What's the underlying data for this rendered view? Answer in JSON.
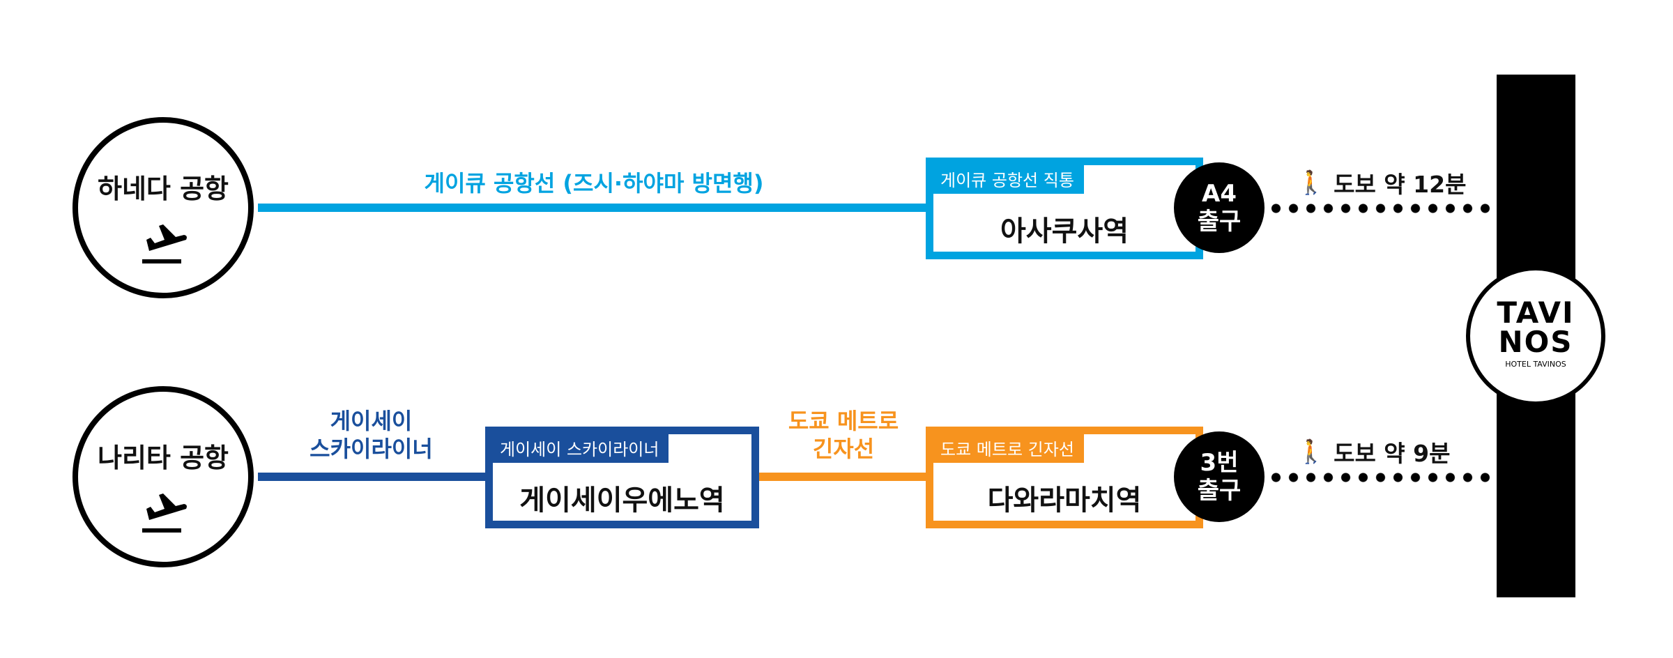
{
  "colors": {
    "keikyu": "#00A3E0",
    "keisei": "#1A4F9C",
    "metro": "#F7931E",
    "black": "#000000"
  },
  "route1": {
    "airport": "하네다 공항",
    "airport_icon": "airplane-departure-icon",
    "line_label": "게이큐 공항선 (즈시·하야마 방면행)",
    "station_tab": "게이큐 공항선 직통",
    "station": "아사쿠사역",
    "exit_line1": "A4",
    "exit_line2": "출구",
    "walk": "도보 약 12분"
  },
  "route2": {
    "airport": "나리타 공항",
    "airport_icon": "airplane-departure-icon",
    "line1_label_1": "게이세이",
    "line1_label_2": "스카이라이너",
    "station1_tab": "게이세이 스카이라이너",
    "station1": "게이세이우에노역",
    "line2_label_1": "도쿄 메트로",
    "line2_label_2": "긴자선",
    "station2_tab": "도쿄 메트로 긴자선",
    "station2": "다와라마치역",
    "exit_line1": "3번",
    "exit_line2": "출구",
    "walk": "도보 약 9분"
  },
  "hotel": {
    "logo_line1": "TAVI",
    "logo_line2": "NOS",
    "logo_sub": "HOTEL TAVINOS"
  }
}
